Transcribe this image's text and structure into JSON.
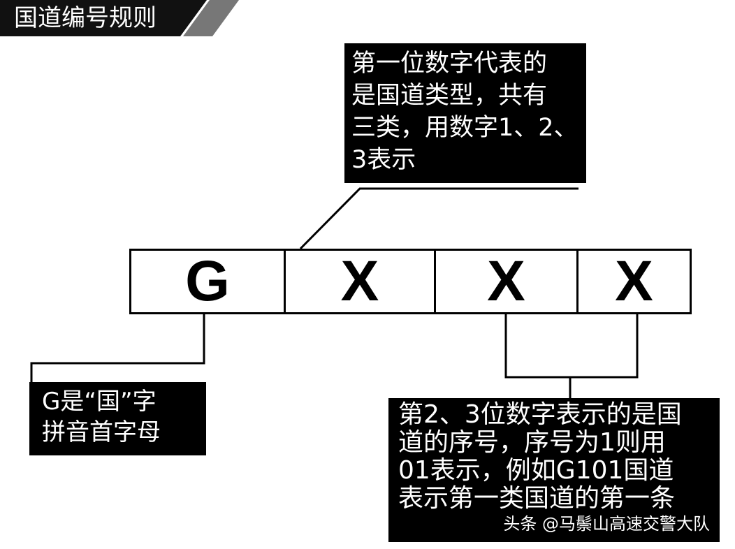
{
  "title": "国道编号规则",
  "code": {
    "cells": [
      "G",
      "X",
      "X",
      "X"
    ]
  },
  "callouts": {
    "first_digit": [
      "第一位数字代表的",
      "是国道类型，共有",
      "三类，用数字1、2、",
      "3表示"
    ],
    "letter_g": [
      "G是“国”字",
      "拼音首字母"
    ],
    "digits_2_3": [
      "第2、3位数字表示的是国",
      "道的序号，序号为1则用",
      "01表示，例如G101国道",
      "表示第一类国道的第一条"
    ]
  },
  "watermark": "头条 @马鬃山高速交警大队"
}
